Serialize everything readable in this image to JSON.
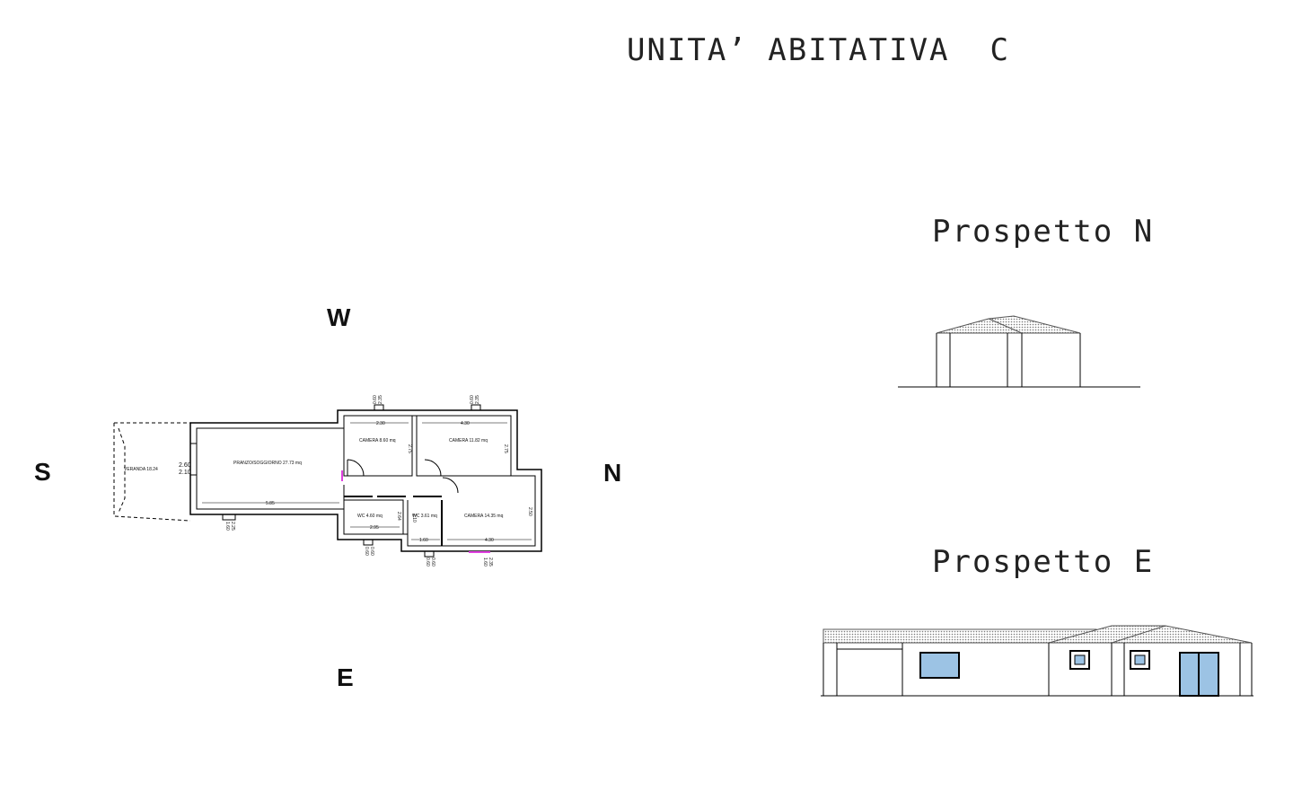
{
  "title": "UNITA’ ABITATIVA  C",
  "compass": {
    "north": "N",
    "south": "S",
    "east": "E",
    "west": "W"
  },
  "elevations": {
    "north_title": "Prospetto N",
    "east_title": "Prospetto E"
  },
  "rooms": {
    "veranda": "VERANDA  18.24",
    "pranzo": "PRANZO/SOGGIORNO 27.73 mq",
    "camera1": "CAMERA 8.60 mq",
    "camera2": "CAMERA 11.82 mq",
    "wc1": "WC 4.60 mq",
    "wc2": "WC 3.61 mq",
    "camera3": "CAMERA 14.35 mq"
  },
  "dimensions": {
    "d1": "2.30",
    "d2": "4.30",
    "d3": "5.85",
    "d4": "2.95",
    "d5": "1.60",
    "d6": "4.30",
    "d7": "2.75",
    "d8": "2.75",
    "d9": "2.50",
    "d10": "2.64",
    "d11": "2.10",
    "d12": "2.60",
    "d13": "2.10",
    "w1a": "0.60",
    "w1b": "2.35",
    "w2a": "0.60",
    "w2b": "2.35",
    "w3a": "1.60",
    "w3b": "2.25",
    "w4a": "0.60",
    "w4b": "0.60",
    "w5a": "0.60",
    "w5b": "0.60",
    "w6a": "1.60",
    "w6b": "2.35"
  },
  "colors": {
    "line": "#000000",
    "roof": "#8a8a8a",
    "glass": "#9cc3e4",
    "accent": "#e040e0"
  }
}
